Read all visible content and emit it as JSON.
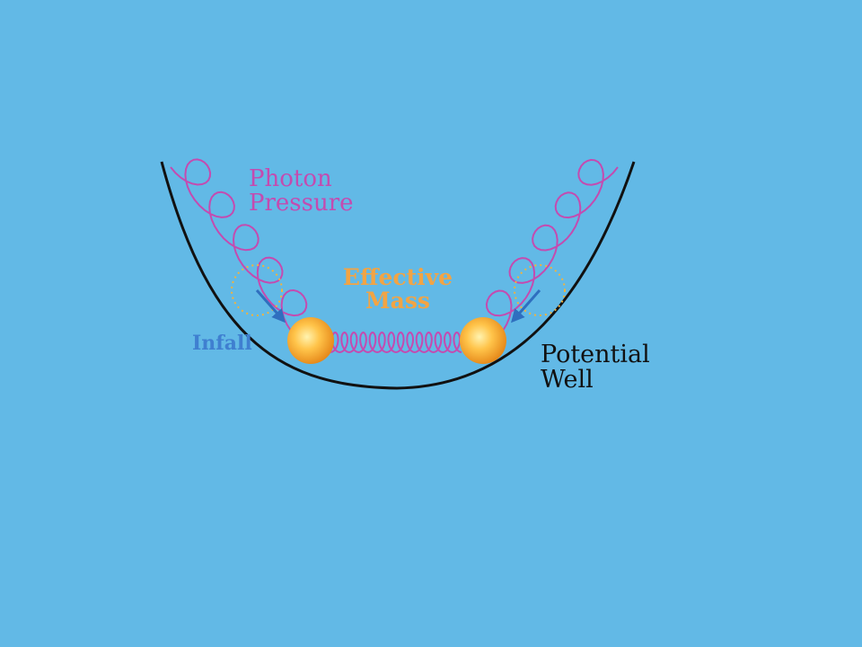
{
  "labels": {
    "photon_pressure": [
      "Photon",
      "Pressure"
    ],
    "effective_mass": [
      "Effective",
      "Mass"
    ],
    "infall": "Infall",
    "potential_well": [
      "Potential",
      "Well"
    ]
  },
  "colors": {
    "background": "#62b9e6",
    "well": "#111111",
    "spring": "#c44bb0",
    "mass": "#f5a623",
    "infall_arrow": "#2f6fbf",
    "dotted_circle": "#f2b33d"
  }
}
